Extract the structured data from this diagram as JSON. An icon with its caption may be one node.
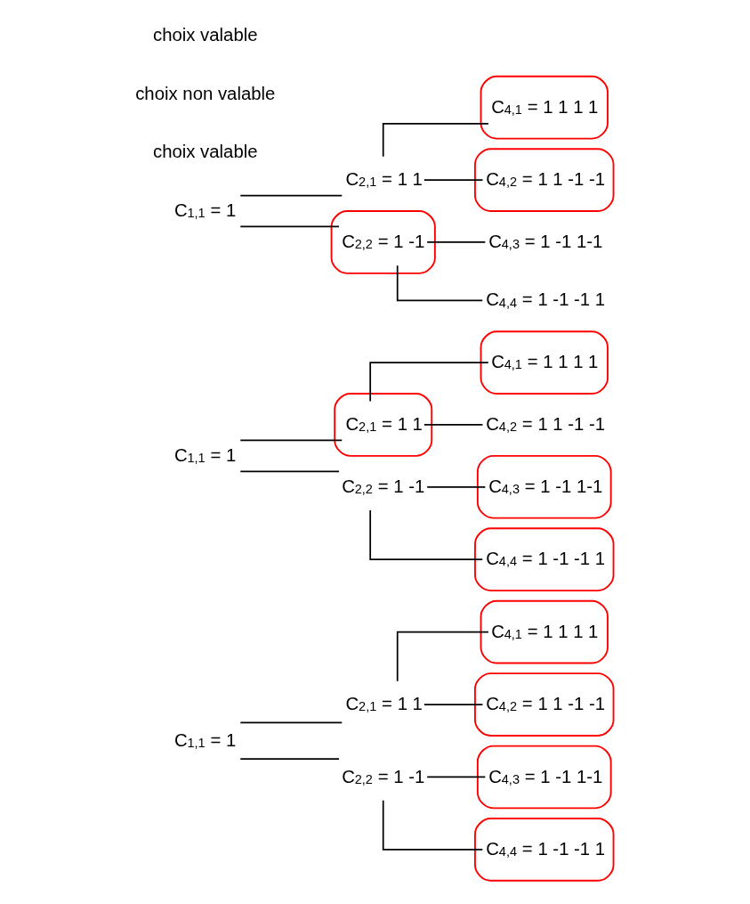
{
  "diagram": {
    "nodes": [
      {
        "text": [
          "C$_{1,1}$ = 1"
        ]
      },
      {
        "text": [
          "C$_{2,1}$ = 1 1"
        ]
      },
      {
        "text": [
          "C$_{2,2}$ = 1 -1"
        ]
      },
      {
        "text": [],
        "shape": "ellipse"
      },
      {
        "text": [
          "C$_{4,1}$ = 1 1 1 1"
        ],
        "in": 3
      },
      {
        "text": [],
        "shape": "ellipse"
      },
      {
        "text": [
          "C$_{4,2}$ = 1 1 -1 -1"
        ],
        "in": 5
      },
      {
        "text": [],
        "shape": "ellipse"
      },
      {
        "text": [
          "C$_{4,3}$ = 1 -1 1-1"
        ],
        "in": 7
      },
      {
        "text": [],
        "shape": "ellipse"
      },
      {
        "text": [
          "C$_{4,4}$ = 1 -1 -1 1"
        ],
        "in": 9
      },
      {
        "text": [
          "C$_{1,1}$ = 1"
        ]
      },
      {
        "text": [],
        "shape": "ellipse"
      },
      {
        "text": [
          "C$_{2,1}$ = 1 1"
        ],
        "in": 12
      },
      {
        "text": [
          "C$_{2,2}$ = 1 -1"
        ]
      },
      {
        "text": [],
        "shape": "ellipse"
      },
      {
        "text": [
          "C$_{4,1}$ = 1 1 1 1"
        ],
        "in": 15
      },
      {
        "text": [
          "C$_{4,2}$ = 1 1 -1 -1"
        ]
      },
      {
        "text": [],
        "shape": "ellipse"
      },
      {
        "text": [
          "C$_{4,3}$ = 1 -1 1-1"
        ],
        "in": 18
      },
      {
        "text": [],
        "shape": "ellipse"
      },
      {
        "text": [
          "C$_{4,4}$ = 1 -1 -1 1"
        ],
        "in": 20
      },
      {
        "text": [
          "C$_{1,1}$ = 1"
        ]
      },
      {
        "text": [
          "C$_{2,1}$ = 1 1"
        ]
      },
      {
        "text": [],
        "shape": "ellipse"
      },
      {
        "text": [
          "C$_{2,2}$ = 1 -1"
        ],
        "in": 24
      },
      {
        "text": [],
        "shape": "ellipse"
      },
      {
        "text": [
          "C$_{4,1}$ = 1 1 1 1"
        ],
        "in": 26
      },
      {
        "text": [],
        "shape": "ellipse"
      },
      {
        "text": [
          "C$_{4,2}$ = 1 1 -1 -1"
        ],
        "in": 28
      },
      {
        "text": [
          "C$_{4,3}$ = 1 -1 1-1"
        ]
      },
      {
        "text": [
          "C$_{4,4}$ = 1 -1 -1 1"
        ]
      }
    ],
    "edges": [
      {
        "from": 0,
        "to": 1,
        "arrow": "none"
      },
      {
        "from": 0,
        "to": 2,
        "arrow": "none"
      },
      {
        "from": 1,
        "to": 4,
        "arrow": "none"
      },
      {
        "from": 1,
        "to": 6,
        "arrow": "none"
      },
      {
        "from": 2,
        "to": 8,
        "arrow": "none"
      },
      {
        "from": 2,
        "to": 10,
        "arrow": "none"
      },
      {
        "from": 11,
        "to": 13,
        "arrow": "none"
      },
      {
        "from": 11,
        "to": 14,
        "arrow": "none"
      },
      {
        "from": 13,
        "to": 16,
        "arrow": "none"
      },
      {
        "from": 13,
        "to": 17,
        "arrow": "none"
      },
      {
        "from": 14,
        "to": 19,
        "arrow": "none"
      },
      {
        "from": 14,
        "to": 21,
        "arrow": "none"
      },
      {
        "from": 22,
        "to": 23,
        "arrow": "none"
      },
      {
        "from": 22,
        "to": 25,
        "arrow": "none"
      },
      {
        "from": 23,
        "to": 27,
        "arrow": "none"
      },
      {
        "from": 23,
        "to": 29,
        "arrow": "none"
      },
      {
        "from": 25,
        "to": 30,
        "arrow": "none"
      },
      {
        "from": 25,
        "to": 31,
        "arrow": "none"
      }
    ],
    "labels": [
      "choix valable",
      "choix non valable",
      "choix valable"
    ]
  }
}
